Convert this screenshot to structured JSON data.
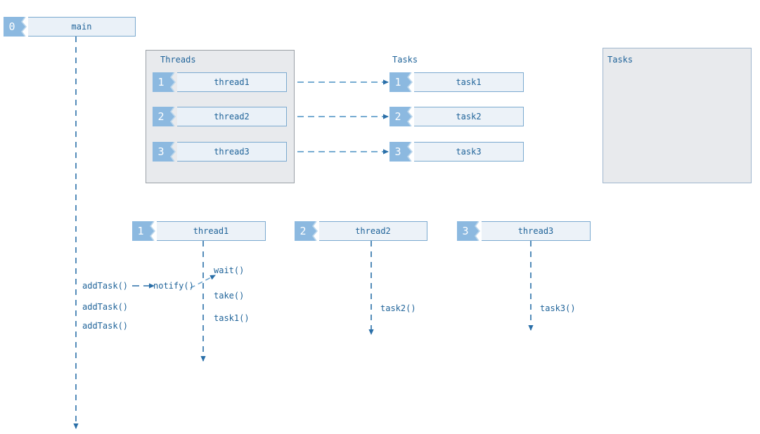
{
  "diagram": {
    "title_nodes": {
      "main": {
        "num": "0",
        "label": "main"
      }
    },
    "groups": [
      {
        "name": "threads-group",
        "title": "Threads"
      },
      {
        "name": "tasks-group-right",
        "title": "Tasks"
      }
    ],
    "free_labels": [
      {
        "name": "tasks-column-title",
        "text": "Tasks"
      }
    ],
    "threads": [
      {
        "num": "1",
        "label": "thread1"
      },
      {
        "num": "2",
        "label": "thread2"
      },
      {
        "num": "3",
        "label": "thread3"
      }
    ],
    "tasks": [
      {
        "num": "1",
        "label": "task1"
      },
      {
        "num": "2",
        "label": "task2"
      },
      {
        "num": "3",
        "label": "task3"
      }
    ],
    "lifeline_heads": [
      {
        "num": "1",
        "label": "thread1"
      },
      {
        "num": "2",
        "label": "thread2"
      },
      {
        "num": "3",
        "label": "thread3"
      }
    ],
    "messages": [
      {
        "name": "add-task-1",
        "text": "addTask()"
      },
      {
        "name": "notify",
        "text": "notify()"
      },
      {
        "name": "wait",
        "text": "wait()"
      },
      {
        "name": "take",
        "text": "take()"
      },
      {
        "name": "task1-call",
        "text": "task1()"
      },
      {
        "name": "add-task-2",
        "text": "addTask()"
      },
      {
        "name": "add-task-3",
        "text": "addTask()"
      },
      {
        "name": "task2-call",
        "text": "task2()"
      },
      {
        "name": "task3-call",
        "text": "task3()"
      }
    ],
    "colors": {
      "accent": "#1f6399",
      "badge": "#8cb9e0",
      "node_body": "#eaf1f8",
      "node_border": "#7aa9cf",
      "group_bg": "#e8eaed",
      "group_border": "#9aa0a6",
      "lifeline": "#1f6399",
      "background": "#ffffff"
    }
  }
}
